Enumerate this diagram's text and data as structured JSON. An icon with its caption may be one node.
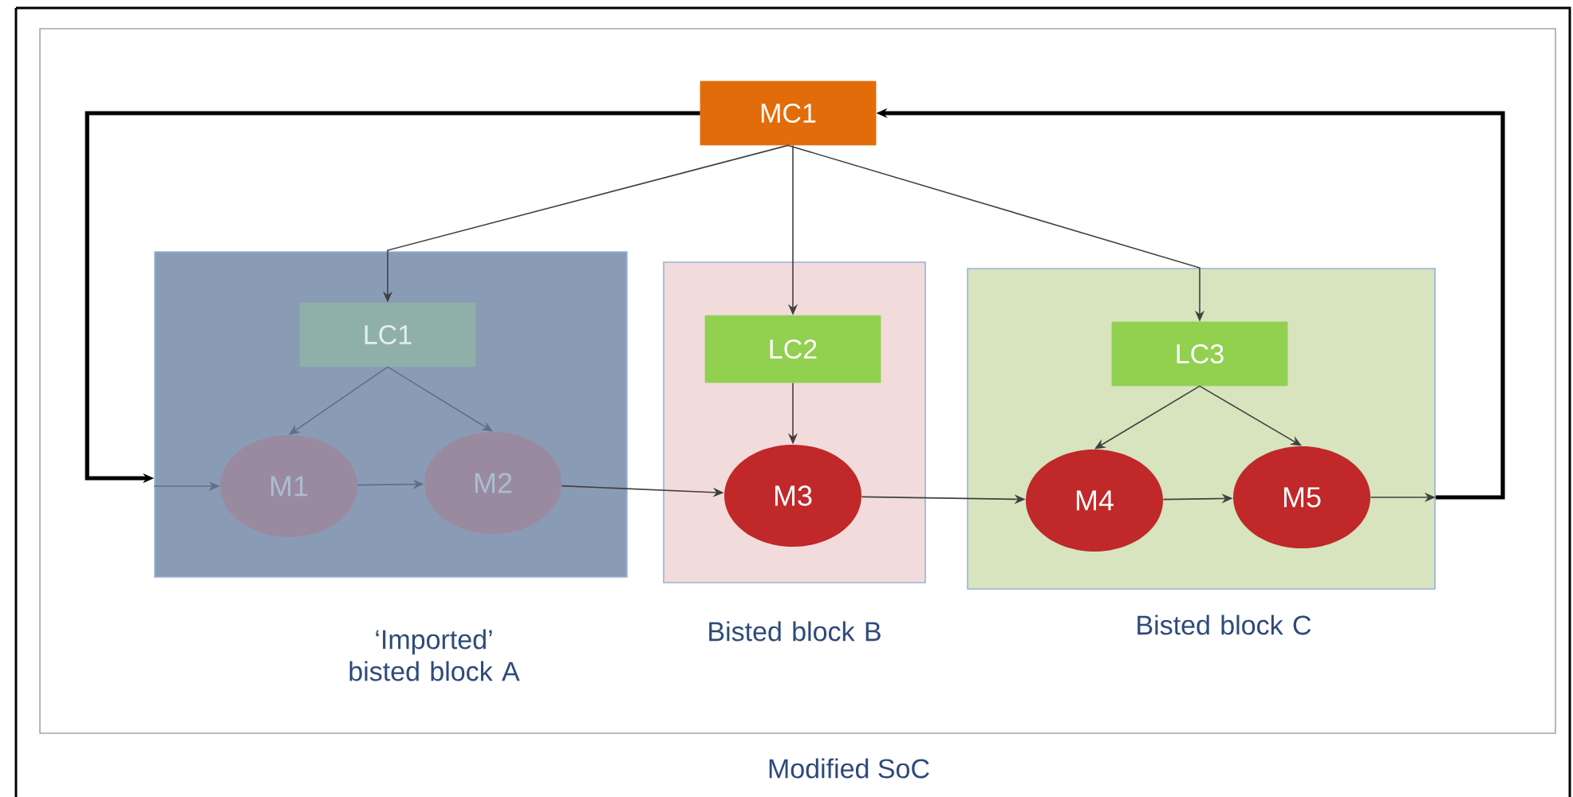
{
  "diagram": {
    "nodes": [
      {
        "text": [
          "Modified SoC"
        ]
      },
      {
        "text": [
          "MC1"
        ],
        "in": 0
      },
      {
        "text": [
          "‘Imported’ bisted block A"
        ],
        "in": 0
      },
      {
        "text": [
          "LC1"
        ],
        "in": 2
      },
      {
        "text": [
          "M1"
        ],
        "in": 2
      },
      {
        "text": [
          "M2"
        ],
        "in": 2
      },
      {
        "text": [
          "Bisted block B"
        ],
        "in": 0
      },
      {
        "text": [
          "LC2"
        ],
        "in": 6
      },
      {
        "text": [
          "M3"
        ],
        "in": 6
      },
      {
        "text": [
          "Bisted block C"
        ],
        "in": 0
      },
      {
        "text": [
          "LC3"
        ],
        "in": 9
      },
      {
        "text": [
          "M4"
        ],
        "in": 9
      },
      {
        "text": [
          "M5"
        ],
        "in": 9
      }
    ],
    "edges": [
      {
        "from": 1,
        "to": 3,
        "arrow": "to"
      },
      {
        "from": 1,
        "to": 7,
        "arrow": "to"
      },
      {
        "from": 1,
        "to": 10,
        "arrow": "to"
      },
      {
        "from": 3,
        "to": 4,
        "arrow": "to",
        "color": "#5f6f88"
      },
      {
        "from": 3,
        "to": 5,
        "arrow": "to",
        "color": "#5f6f88"
      },
      {
        "from": 7,
        "to": 8,
        "arrow": "to"
      },
      {
        "from": 10,
        "to": 11,
        "arrow": "to"
      },
      {
        "from": 10,
        "to": 12,
        "arrow": "to"
      },
      {
        "from": 1,
        "to": 2,
        "arrow": "to",
        "style": "thick",
        "color": "#000000"
      },
      {
        "from": 2,
        "to": 4,
        "arrow": "to",
        "color": "#5f6f88"
      },
      {
        "from": 4,
        "to": 5,
        "arrow": "to",
        "color": "#5f6f88"
      },
      {
        "from": 5,
        "to": 8,
        "arrow": "to"
      },
      {
        "from": 8,
        "to": 11,
        "arrow": "to"
      },
      {
        "from": 11,
        "to": 12,
        "arrow": "to"
      },
      {
        "from": 12,
        "to": 9,
        "arrow": "to"
      },
      {
        "from": 9,
        "to": 1,
        "arrow": "to",
        "style": "thick",
        "color": "#000000"
      }
    ]
  }
}
